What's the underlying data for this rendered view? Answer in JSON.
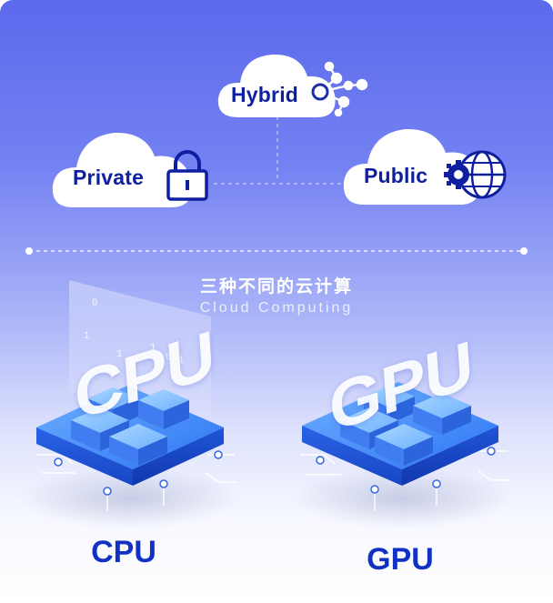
{
  "clouds": {
    "hybrid": {
      "label": "Hybrid",
      "icon": "network-nodes-icon"
    },
    "private": {
      "label": "Private",
      "icon": "lock-icon"
    },
    "public": {
      "label": "Public",
      "icon": "globe-gear-icon"
    }
  },
  "heading": {
    "title_cn": "三种不同的云计算",
    "subtitle_en": "Cloud Computing"
  },
  "chips": {
    "cpu": {
      "overlay_text": "CPU",
      "label": "CPU"
    },
    "gpu": {
      "overlay_text": "GPU",
      "label": "GPU"
    }
  },
  "panel_digits": [
    "0",
    "1",
    "1",
    "0",
    "1",
    "1"
  ],
  "colors": {
    "bg_top": "#5b69ec",
    "bg_bottom": "#ffffff",
    "cloud_text": "#0e1f9f",
    "chip_blue": "#2b6df0",
    "label_blue": "#1130c4"
  }
}
